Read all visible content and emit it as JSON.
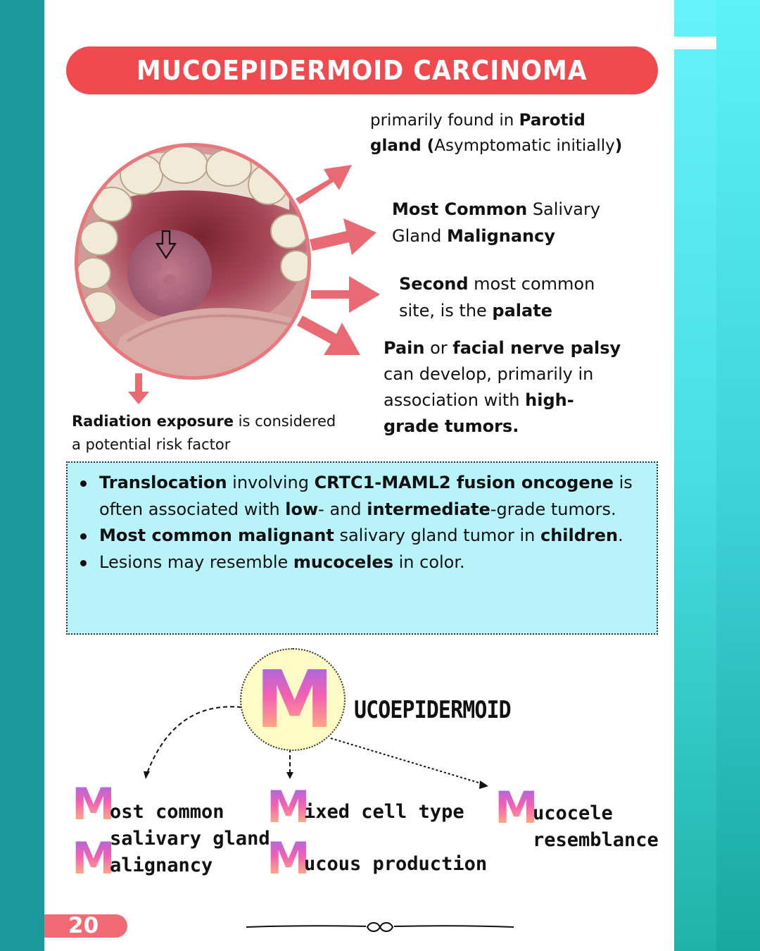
{
  "title": "MUCOEPIDERMOID CARCINOMA",
  "facts": {
    "f1": {
      "a": "primarily found in ",
      "b": "Parotid",
      "c": "gland (",
      "d": "Asymptomatic initially",
      "e": ")"
    },
    "f2": {
      "a": "Most Common",
      "b": " Salivary",
      "c": "Gland ",
      "d": "Malignancy"
    },
    "f3": {
      "a": "Second",
      "b": " most common",
      "c": "site, is the ",
      "d": "palate"
    },
    "f4": {
      "a": "Pain",
      "b": " or ",
      "c": "facial nerve palsy",
      "d": "can develop, primarily in",
      "e": "association with ",
      "f": "high-",
      "g": "grade tumors."
    },
    "f5": {
      "a": "Radiation exposure",
      "b": " is considered",
      "c": "a potential risk factor"
    }
  },
  "bullets": {
    "b1": {
      "a": "Translocation",
      "b": " involving ",
      "c": "CRTC1-MAML2 fusion oncogene",
      "d": " is often associated with ",
      "e": "low",
      "f": "- and ",
      "g": "intermediate",
      "h": "-grade tumors."
    },
    "b2": {
      "a": "Most common malignant",
      "b": " salivary gland tumor in ",
      "c": "children",
      "d": "."
    },
    "b3": {
      "a": "Lesions may resemble ",
      "b": "mucoceles",
      "c": " in color."
    }
  },
  "mnemonic": {
    "letter": "M",
    "word": "UCOEPIDERMOID",
    "items": {
      "i1": {
        "line1": "ost common",
        "line2": "salivary gland",
        "line3": "alignancy"
      },
      "i2": "ixed cell type",
      "i3": "ucous production",
      "i4": {
        "line1": "ucocele",
        "line2": "resemblance"
      }
    }
  },
  "page_number": "20",
  "colors": {
    "accent_red": "#f14a4e",
    "box_cyan": "#b8f3fa",
    "teal": "#1a9a9a",
    "arrow_pink": "#e96a72"
  },
  "icons": [
    "down-arrow-outline-icon",
    "infinity-ornament-icon"
  ]
}
